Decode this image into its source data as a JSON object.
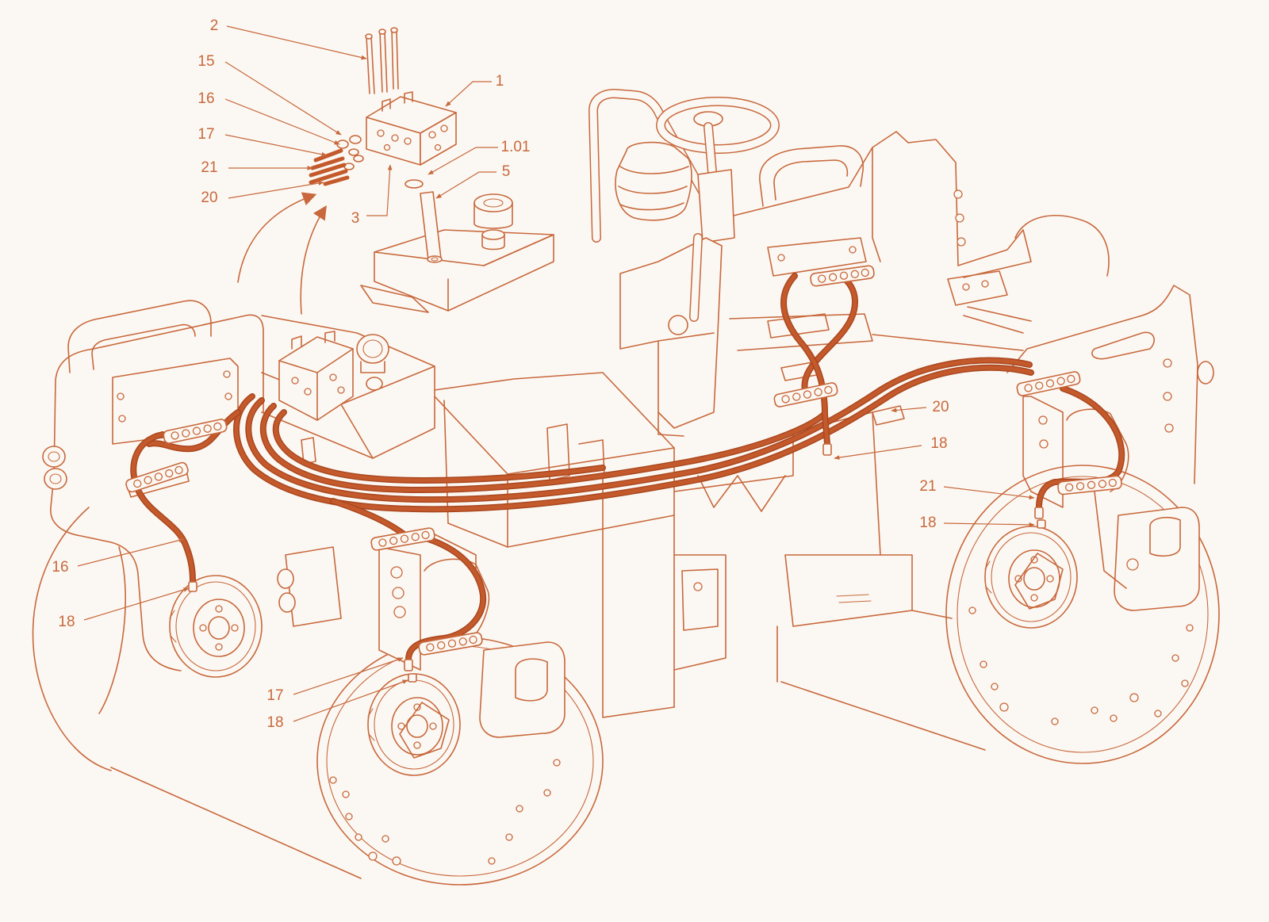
{
  "colors": {
    "line": "#c8683c",
    "hose": "#c45a2c",
    "background": "#fbf8f3"
  },
  "callouts": {
    "exploded_valve": [
      {
        "label": "2"
      },
      {
        "label": "15"
      },
      {
        "label": "16"
      },
      {
        "label": "17"
      },
      {
        "label": "21"
      },
      {
        "label": "20"
      },
      {
        "label": "1"
      },
      {
        "label": "1.01"
      },
      {
        "label": "5"
      },
      {
        "label": "3"
      }
    ],
    "rear_drum": [
      {
        "label": "20"
      },
      {
        "label": "18"
      },
      {
        "label": "21"
      },
      {
        "label": "18"
      }
    ],
    "left_side": [
      {
        "label": "16"
      },
      {
        "label": "18"
      }
    ],
    "front_drum": [
      {
        "label": "17"
      },
      {
        "label": "18"
      }
    ]
  }
}
